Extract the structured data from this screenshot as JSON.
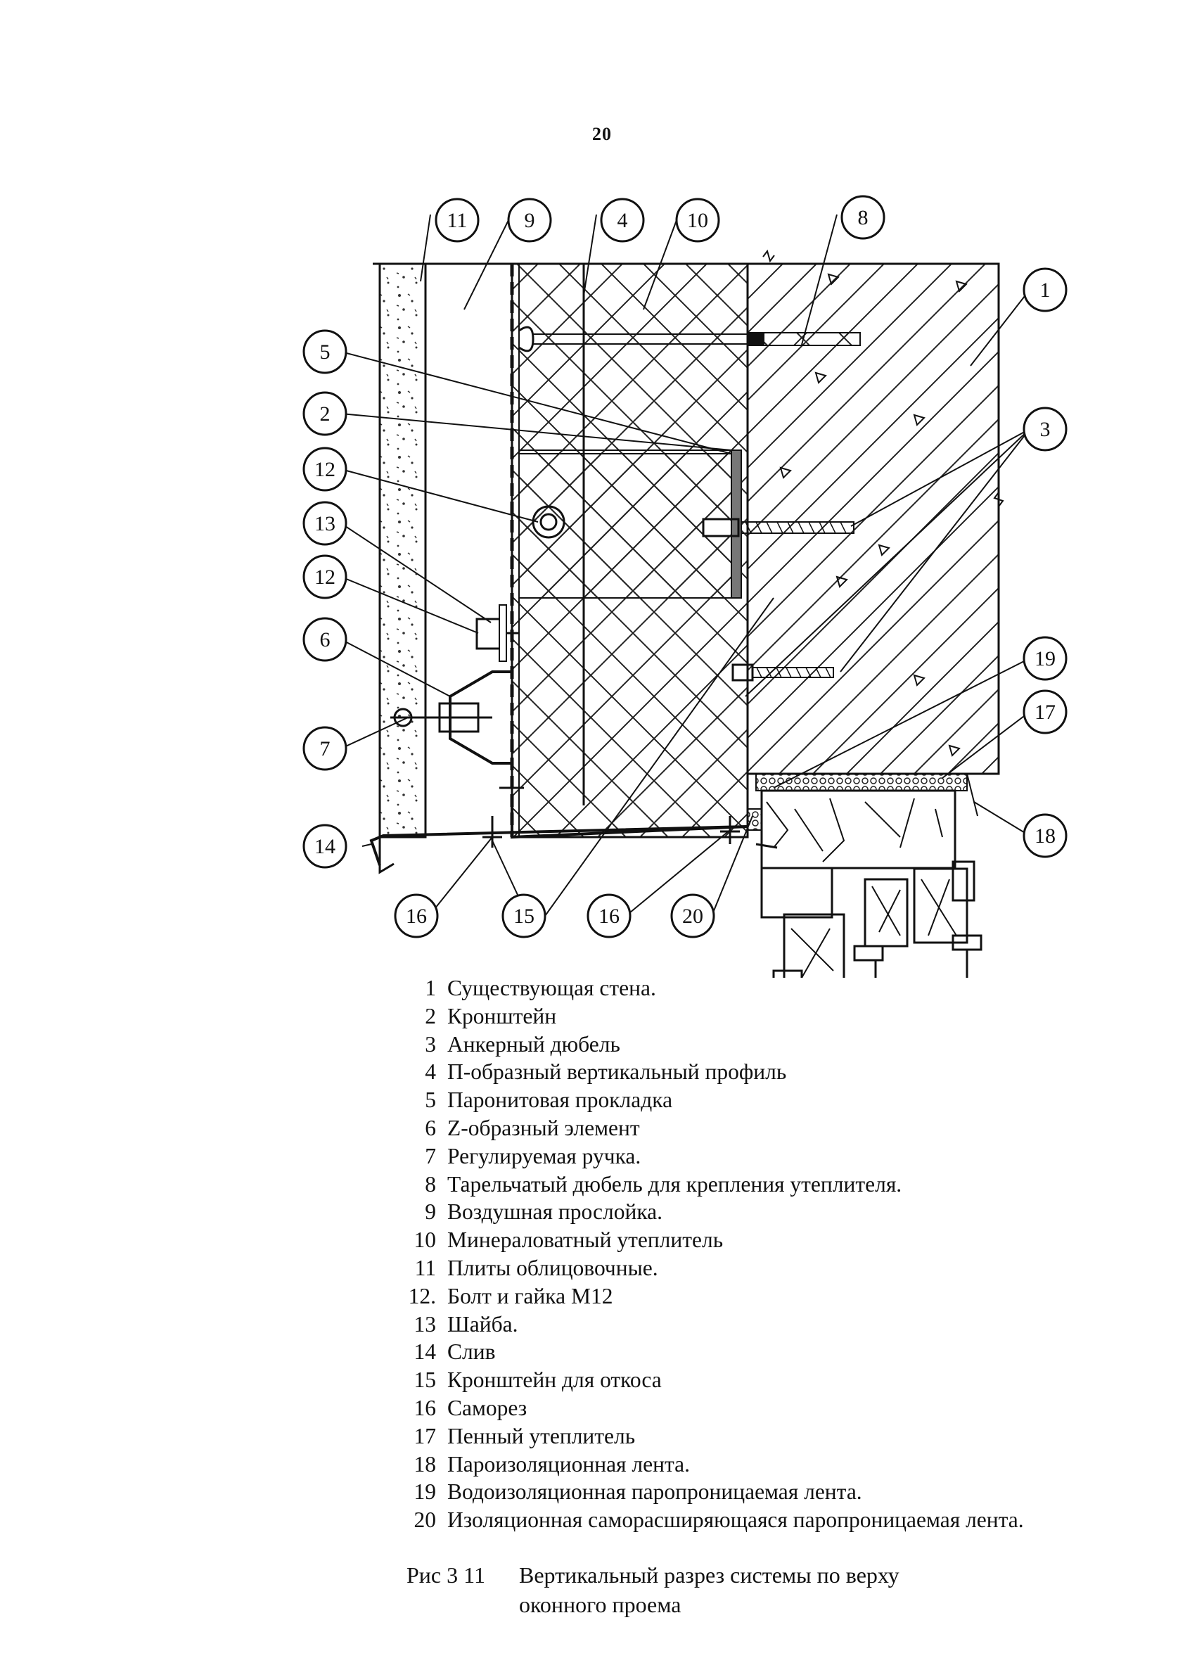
{
  "page_number": "20",
  "callouts": [
    "11",
    "9",
    "4",
    "10",
    "8",
    "1",
    "5",
    "2",
    "12",
    "13",
    "12",
    "6",
    "7",
    "3",
    "19",
    "17",
    "18",
    "14",
    "16",
    "15",
    "16",
    "20"
  ],
  "legend": [
    {
      "num": "1",
      "text": "Существующая стена."
    },
    {
      "num": "2",
      "text": "Кронштейн"
    },
    {
      "num": "3",
      "text": "Анкерный дюбель"
    },
    {
      "num": "4",
      "text": "П-образный вертикальный профиль"
    },
    {
      "num": "5",
      "text": "Паронитовая прокладка"
    },
    {
      "num": "6",
      "text": "Z-образный элемент"
    },
    {
      "num": "7",
      "text": "Регулируемая ручка."
    },
    {
      "num": "8",
      "text": "Тарельчатый дюбель для крепления утеплителя."
    },
    {
      "num": "9",
      "text": "Воздушная прослойка."
    },
    {
      "num": "10",
      "text": "Минераловатный утеплитель"
    },
    {
      "num": "11",
      "text": "Плиты облицовочные."
    },
    {
      "num": "12.",
      "text": "Болт и гайка М12"
    },
    {
      "num": "13",
      "text": "Шайба."
    },
    {
      "num": "14",
      "text": "Слив"
    },
    {
      "num": "15",
      "text": "Кронштейн для откоса"
    },
    {
      "num": "16",
      "text": "Саморез"
    },
    {
      "num": "17",
      "text": "Пенный утеплитель"
    },
    {
      "num": "18",
      "text": "Пароизоляционная лента."
    },
    {
      "num": "19",
      "text": "Водоизоляционная паропроницаемая лента."
    },
    {
      "num": "20",
      "text": "Изоляционная саморасширяющаяся паропроницаемая лента."
    }
  ],
  "caption": {
    "label": "Рис 3 11",
    "line1": "Вертикальный разрез системы по верху",
    "line2": "оконного проема"
  }
}
